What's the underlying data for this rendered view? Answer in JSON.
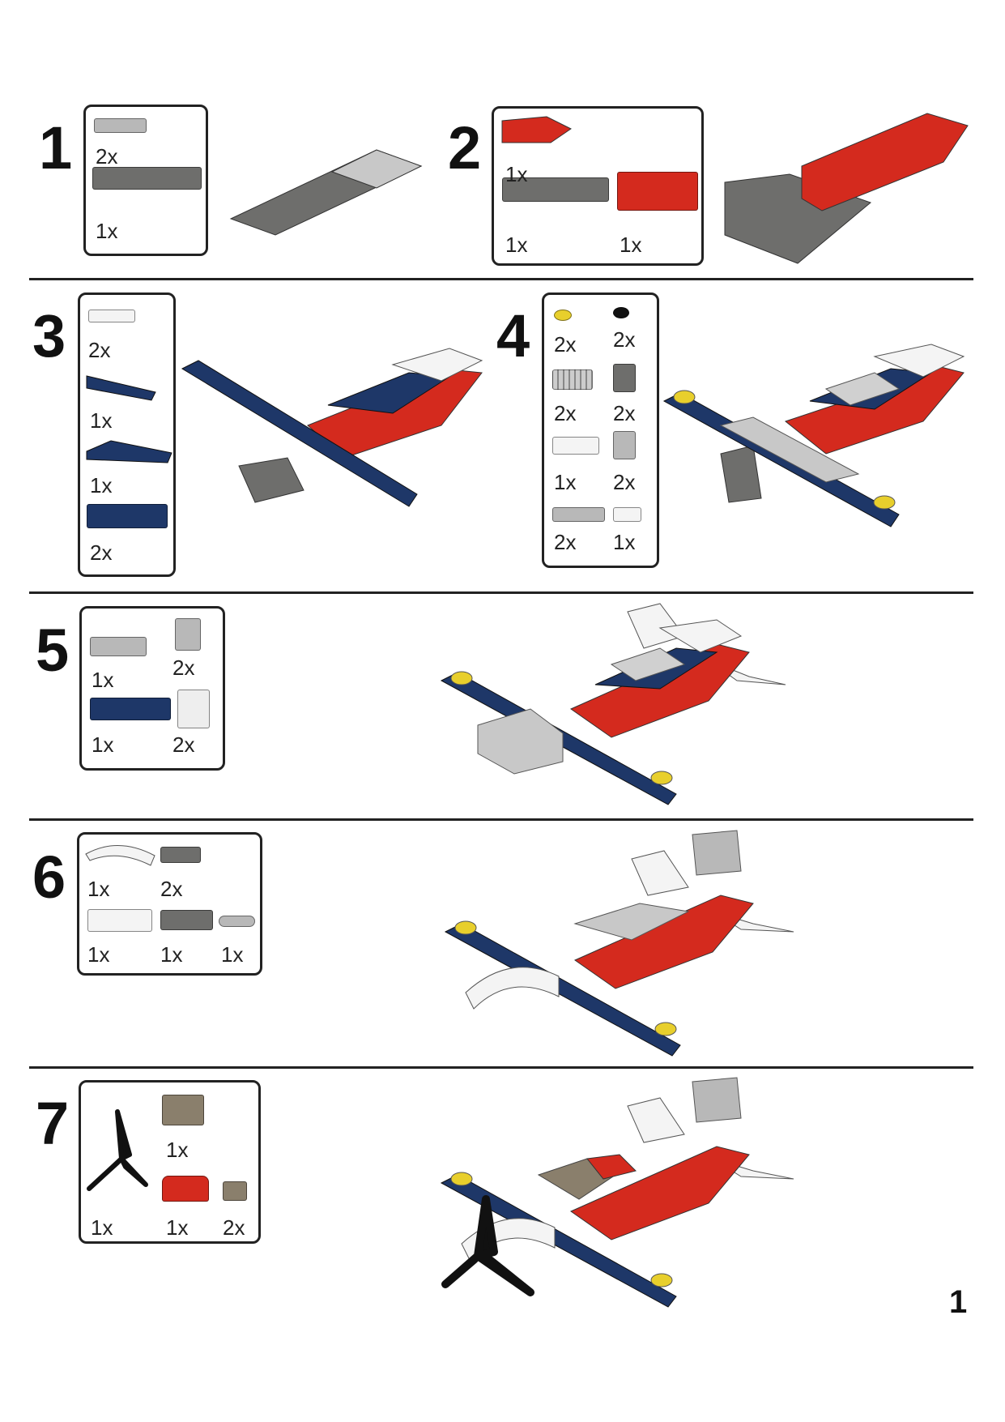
{
  "page_number": "1",
  "colors": {
    "red": "#d42a1e",
    "dark_blue": "#1e3768",
    "dark_gray": "#6e6e6c",
    "light_gray": "#b8b8b8",
    "white": "#f4f4f4",
    "yellow": "#e8cf2c",
    "black": "#111111",
    "trans_brown": "#8a7f6c"
  },
  "steps": [
    {
      "number": "1",
      "parts": [
        {
          "qty": "2x",
          "color": "light_gray",
          "icon": "plate-1x4"
        },
        {
          "qty": "1x",
          "color": "dark_gray",
          "icon": "plate-2x6"
        }
      ]
    },
    {
      "number": "2",
      "parts": [
        {
          "qty": "1x",
          "color": "red",
          "icon": "wedge"
        },
        {
          "qty": "1x",
          "color": "dark_gray",
          "icon": "plate-2x6"
        },
        {
          "qty": "1x",
          "color": "red",
          "icon": "brick-2x4"
        }
      ]
    },
    {
      "number": "3",
      "parts": [
        {
          "qty": "2x",
          "color": "white",
          "icon": "plate-clips"
        },
        {
          "qty": "1x",
          "color": "dark_blue",
          "icon": "wedge-plate-right"
        },
        {
          "qty": "1x",
          "color": "dark_blue",
          "icon": "wedge-plate-left"
        },
        {
          "qty": "2x",
          "color": "dark_blue",
          "icon": "plate-2x4"
        }
      ]
    },
    {
      "number": "4",
      "parts": [
        {
          "qty": "2x",
          "color": "yellow",
          "icon": "round-plate"
        },
        {
          "qty": "2x",
          "color": "black",
          "icon": "round-plate"
        },
        {
          "qty": "2x",
          "color": "light_gray",
          "icon": "grille-slope"
        },
        {
          "qty": "2x",
          "color": "dark_gray",
          "icon": "brick-with-hole"
        },
        {
          "qty": "1x",
          "color": "white",
          "icon": "tile-2x2"
        },
        {
          "qty": "2x",
          "color": "light_gray",
          "icon": "brick-with-hole"
        },
        {
          "qty": "2x",
          "color": "light_gray",
          "icon": "tile-1x4"
        },
        {
          "qty": "1x",
          "color": "white",
          "icon": "tile-clip"
        }
      ]
    },
    {
      "number": "5",
      "parts": [
        {
          "qty": "1x",
          "color": "light_gray",
          "icon": "plate-2x2"
        },
        {
          "qty": "2x",
          "color": "light_gray",
          "icon": "brick-with-hole"
        },
        {
          "qty": "1x",
          "color": "dark_blue",
          "icon": "plate-2x4"
        },
        {
          "qty": "2x",
          "color": "white",
          "icon": "fin"
        }
      ]
    },
    {
      "number": "6",
      "parts": [
        {
          "qty": "1x",
          "color": "white",
          "icon": "arch"
        },
        {
          "qty": "2x",
          "color": "dark_gray",
          "icon": "plate-1x2"
        },
        {
          "qty": "1x",
          "color": "white",
          "icon": "plate-2x3"
        },
        {
          "qty": "1x",
          "color": "dark_gray",
          "icon": "plate-2x2"
        },
        {
          "qty": "1x",
          "color": "light_gray",
          "icon": "pin"
        }
      ]
    },
    {
      "number": "7",
      "parts": [
        {
          "qty": "1x",
          "color": "black",
          "icon": "propeller"
        },
        {
          "qty": "1x",
          "color": "trans_brown",
          "icon": "brick-1x2"
        },
        {
          "qty": "1x",
          "color": "red",
          "icon": "slope"
        },
        {
          "qty": "2x",
          "color": "trans_brown",
          "icon": "small-slope"
        }
      ]
    }
  ]
}
